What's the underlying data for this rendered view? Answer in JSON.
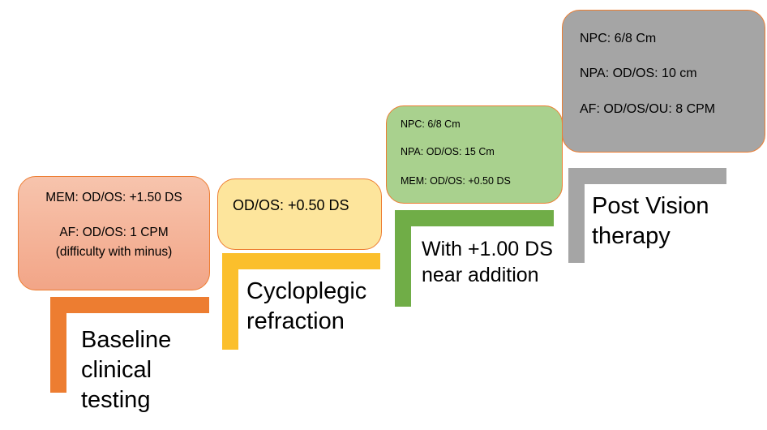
{
  "diagram": {
    "type": "staircase-process",
    "colors": {
      "box_border": "#ed7d31",
      "step1_bar": "#ed7d31",
      "step2_bar": "#fbbf2c",
      "step3_bar": "#70ad47",
      "step4_bar": "#a5a5a5"
    },
    "steps": [
      {
        "label": "Baseline\nclinical\ntesting",
        "label_lines": [
          "Baseline",
          "clinical",
          "testing"
        ],
        "details": [
          "MEM: OD/OS: +1.50 DS",
          "AF: OD/OS: 1 CPM",
          "(difficulty with minus)"
        ]
      },
      {
        "label_lines": [
          "Cycloplegic",
          "refraction"
        ],
        "details": [
          "OD/OS: +0.50 DS"
        ]
      },
      {
        "label_lines": [
          "With +1.00 DS",
          "near addition"
        ],
        "details": [
          "NPC: 6/8 Cm",
          "NPA: OD/OS: 15 Cm",
          "MEM: OD/OS: +0.50 DS"
        ]
      },
      {
        "label_lines": [
          "Post Vision",
          "therapy"
        ],
        "details": [
          "NPC: 6/8 Cm",
          "NPA: OD/OS: 10 cm",
          "AF: OD/OS/OU: 8 CPM"
        ]
      }
    ]
  }
}
